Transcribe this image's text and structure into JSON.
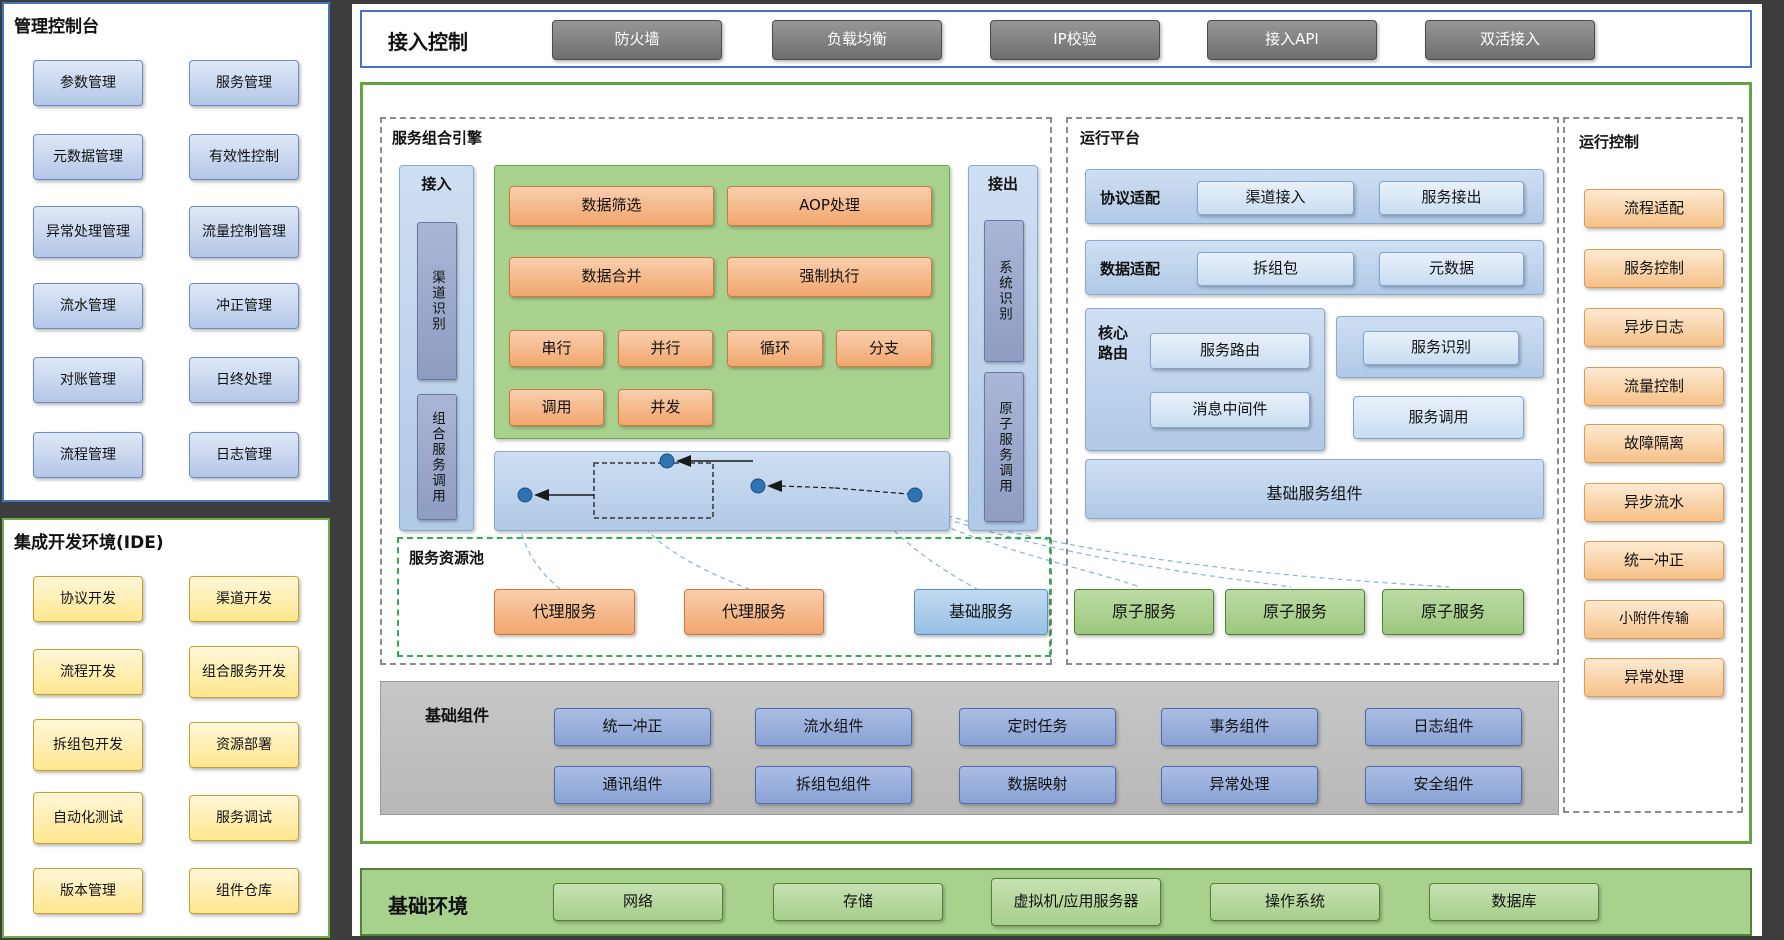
{
  "console": {
    "title": "管理控制台",
    "items": [
      "参数管理",
      "服务管理",
      "元数据管理",
      "有效性控制",
      "异常处理管理",
      "流量控制管理",
      "流水管理",
      "冲正管理",
      "对账管理",
      "日终处理",
      "流程管理",
      "日志管理"
    ]
  },
  "ide": {
    "title": "集成开发环境(IDE)",
    "items": [
      "协议开发",
      "渠道开发",
      "流程开发",
      "组合服务开发",
      "拆组包开发",
      "资源部署",
      "自动化测试",
      "服务调试",
      "版本管理",
      "组件仓库"
    ]
  },
  "access": {
    "title": "接入控制",
    "items": [
      "防火墙",
      "负载均衡",
      "IP校验",
      "接入API",
      "双活接入"
    ]
  },
  "engine": {
    "title": "服务组合引擎",
    "inlet": {
      "label": "接入",
      "items": [
        "渠道识别",
        "组合服务调用"
      ]
    },
    "outlet": {
      "label": "接出",
      "items": [
        "系统识别",
        "原子服务调用"
      ]
    },
    "ops": [
      "数据筛选",
      "AOP处理",
      "数据合并",
      "强制执行",
      "串行",
      "并行",
      "循环",
      "分支",
      "调用",
      "并发"
    ]
  },
  "pool": {
    "title": "服务资源池",
    "proxies": [
      "代理服务",
      "代理服务"
    ],
    "basic": "基础服务",
    "atoms": [
      "原子服务",
      "原子服务",
      "原子服务"
    ]
  },
  "platform": {
    "title": "运行平台",
    "row1": {
      "label": "协议适配",
      "items": [
        "渠道接入",
        "服务接出"
      ]
    },
    "row2": {
      "label": "数据适配",
      "items": [
        "拆组包",
        "元数据"
      ]
    },
    "core": {
      "label": "核心路由",
      "items": [
        "服务路由",
        "消息中间件"
      ]
    },
    "recognition": "服务识别",
    "invoke": "服务调用",
    "base_bar": "基础服务组件"
  },
  "runtime": {
    "title": "运行控制",
    "items": [
      "流程适配",
      "服务控制",
      "异步日志",
      "流量控制",
      "故障隔离",
      "异步流水",
      "统一冲正",
      "小附件传输",
      "异常处理"
    ]
  },
  "components": {
    "title": "基础组件",
    "row1": [
      "统一冲正",
      "流水组件",
      "定时任务",
      "事务组件",
      "日志组件"
    ],
    "row2": [
      "通讯组件",
      "拆组包组件",
      "数据映射",
      "异常处理",
      "安全组件"
    ]
  },
  "environment": {
    "title": "基础环境",
    "items": [
      "网络",
      "存储",
      "虚拟机/应用服务器",
      "操作系统",
      "数据库"
    ]
  },
  "colors": {
    "accent_blue": "#4472c4",
    "accent_green": "#70ad47",
    "accent_orange": "#ed7d31",
    "panel_gray": "#bfbfbf",
    "button_gray": "#7f7f7f"
  }
}
